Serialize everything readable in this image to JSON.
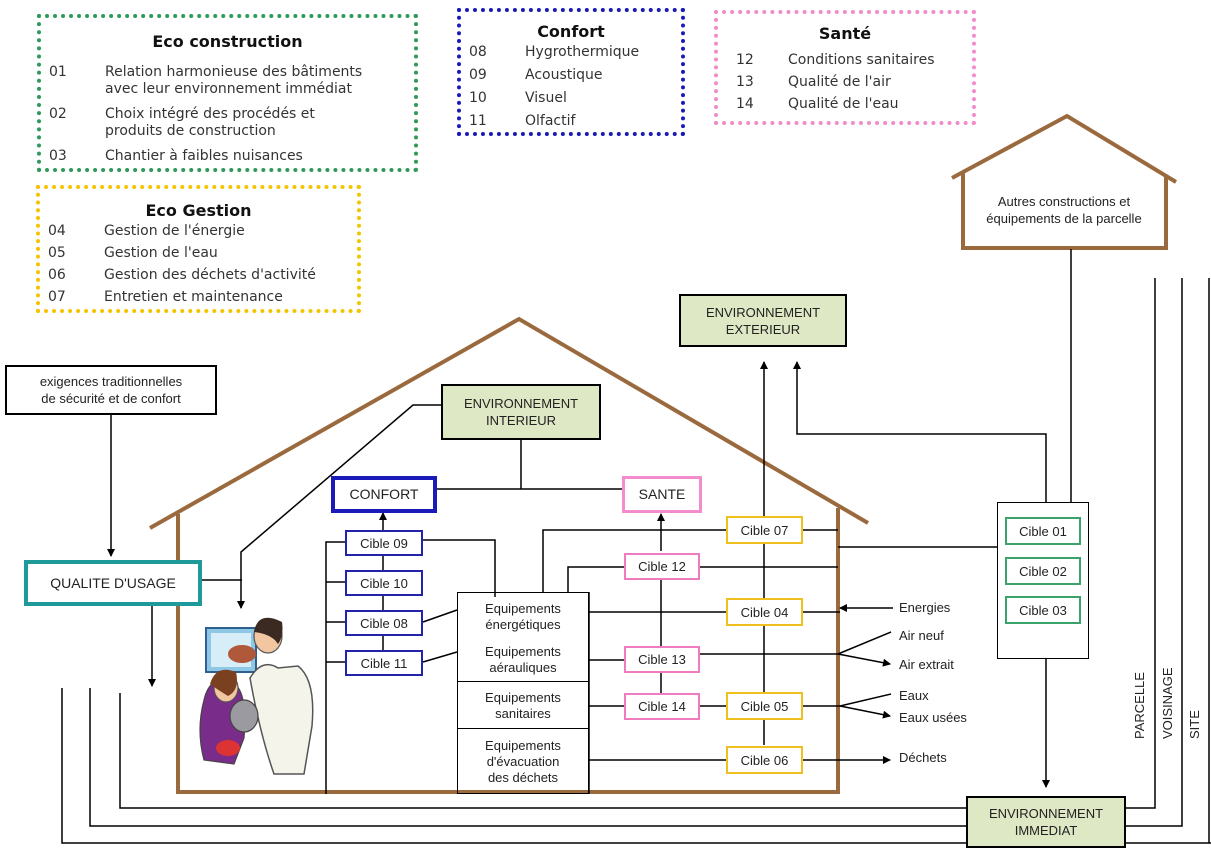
{
  "legends": {
    "eco_construction": {
      "title": "Eco construction",
      "items": [
        {
          "num": "01",
          "lines": [
            "Relation harmonieuse des bâtiments",
            "avec leur environnement immédiat"
          ]
        },
        {
          "num": "02",
          "lines": [
            "Choix intégré des procédés et",
            "produits de construction"
          ]
        },
        {
          "num": "03",
          "lines": [
            "Chantier à faibles nuisances"
          ]
        }
      ]
    },
    "confort": {
      "title": "Confort",
      "items": [
        {
          "num": "08",
          "label": "Hygrothermique"
        },
        {
          "num": "09",
          "label": "Acoustique"
        },
        {
          "num": "10",
          "label": "Visuel"
        },
        {
          "num": "11",
          "label": "Olfactif"
        }
      ]
    },
    "sante": {
      "title": "Santé",
      "items": [
        {
          "num": "12",
          "label": "Conditions sanitaires"
        },
        {
          "num": "13",
          "label": "Qualité de l'air"
        },
        {
          "num": "14",
          "label": "Qualité de l'eau"
        }
      ]
    },
    "eco_gestion": {
      "title": "Eco Gestion",
      "items": [
        {
          "num": "04",
          "label": "Gestion de l'énergie"
        },
        {
          "num": "05",
          "label": "Gestion de l'eau"
        },
        {
          "num": "06",
          "label": "Gestion des déchets d'activité"
        },
        {
          "num": "07",
          "label": "Entretien et maintenance"
        }
      ]
    }
  },
  "nodes": {
    "autres_constructions": "Autres constructions et équipements de la parcelle",
    "env_exterieur": [
      "ENVIRONNEMENT",
      "EXTERIEUR"
    ],
    "env_interieur": [
      "ENVIRONNEMENT",
      "INTERIEUR"
    ],
    "env_immediat": [
      "ENVIRONNEMENT",
      "IMMEDIAT"
    ],
    "exigences": [
      "exigences traditionnelles",
      "de sécurité et de confort"
    ],
    "qualite_usage": "QUALITE D'USAGE",
    "confort": "CONFORT",
    "sante": "SANTE"
  },
  "cibles": {
    "c01": "Cible 01",
    "c02": "Cible 02",
    "c03": "Cible 03",
    "c04": "Cible 04",
    "c05": "Cible 05",
    "c06": "Cible 06",
    "c07": "Cible 07",
    "c08": "Cible 08",
    "c09": "Cible 09",
    "c10": "Cible 10",
    "c11": "Cible 11",
    "c12": "Cible 12",
    "c13": "Cible 13",
    "c14": "Cible 14"
  },
  "equipements": {
    "energetiques": [
      "Equipements",
      "énergétiques"
    ],
    "aerauliques": [
      "Equipements",
      "aérauliques"
    ],
    "sanitaires": [
      "Equipements",
      "sanitaires"
    ],
    "evacuation": [
      "Equipements",
      "d'évacuation",
      "des déchets"
    ]
  },
  "flows": {
    "energies": "Energies",
    "air_neuf": "Air neuf",
    "air_extrait": "Air extrait",
    "eaux": "Eaux",
    "eaux_usees": "Eaux usées",
    "dechets": "Déchets"
  },
  "scales": {
    "parcelle": "PARCELLE",
    "voisinage": "VOISINAGE",
    "site": "SITE"
  },
  "colors": {
    "eco_construction": "#2e9a5a",
    "confort": "#1a1ab8",
    "sante": "#f28ccc",
    "eco_gestion": "#f5c400",
    "house": "#9a6a3e",
    "env_box_fill": "#dfe8c4",
    "qualite_usage": "#1f9a9a"
  }
}
